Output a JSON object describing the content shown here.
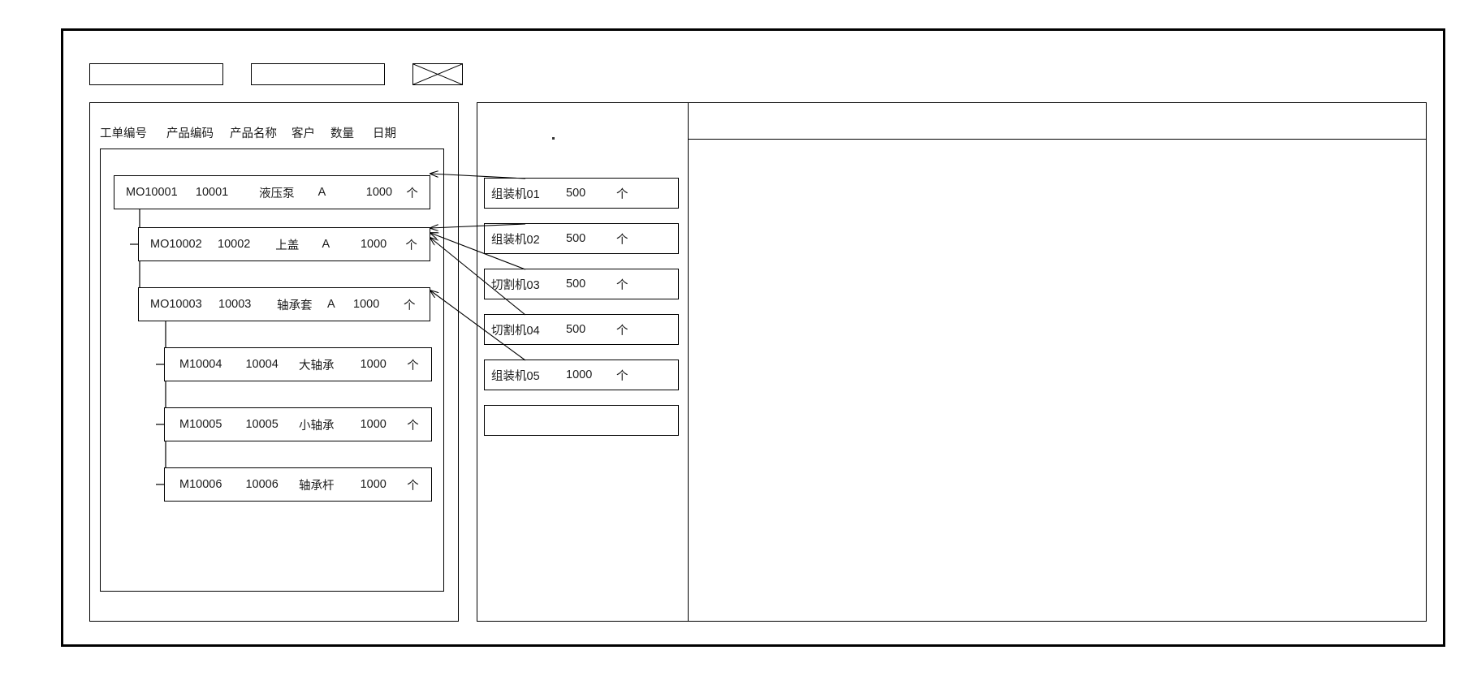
{
  "window": {
    "title": ""
  },
  "toolbar": {
    "field_1_value": "",
    "field_1_placeholder": "",
    "field_2_value": "",
    "field_2_placeholder": "",
    "icon": "x-box-icon"
  },
  "left_panel": {
    "columns": [
      "工单编号",
      "产品编码",
      "产品名称",
      "客户",
      "数量",
      "日期"
    ],
    "tree": [
      {
        "depth": 0,
        "work_order": "MO10001",
        "product_code": "10001",
        "product_name": "液压泵",
        "customer": "A",
        "quantity": "1000",
        "unit": "个"
      },
      {
        "depth": 1,
        "work_order": "MO10002",
        "product_code": "10002",
        "product_name": "上盖",
        "customer": "A",
        "quantity": "1000",
        "unit": "个"
      },
      {
        "depth": 1,
        "work_order": "MO10003",
        "product_code": "10003",
        "product_name": "轴承套",
        "customer": "A",
        "quantity": "1000",
        "unit": "个"
      },
      {
        "depth": 2,
        "work_order": "M10004",
        "product_code": "10004",
        "product_name": "大轴承",
        "customer": "",
        "quantity": "1000",
        "unit": "个"
      },
      {
        "depth": 2,
        "work_order": "M10005",
        "product_code": "10005",
        "product_name": "小轴承",
        "customer": "",
        "quantity": "1000",
        "unit": "个"
      },
      {
        "depth": 2,
        "work_order": "M10006",
        "product_code": "10006",
        "product_name": "轴承杆",
        "customer": "",
        "quantity": "1000",
        "unit": "个"
      }
    ]
  },
  "middle_panel": {
    "items": [
      {
        "machine": "组装机01",
        "quantity": "500",
        "unit": "个"
      },
      {
        "machine": "组装机02",
        "quantity": "500",
        "unit": "个"
      },
      {
        "machine": "切割机03",
        "quantity": "500",
        "unit": "个"
      },
      {
        "machine": "切割机04",
        "quantity": "500",
        "unit": "个"
      },
      {
        "machine": "组装机05",
        "quantity": "1000",
        "unit": "个"
      },
      {
        "machine": "",
        "quantity": "",
        "unit": ""
      }
    ]
  },
  "right_panel": {
    "header_text": "",
    "body_text": ""
  },
  "colors": {
    "line": "#000000",
    "background": "#ffffff",
    "text": "#1a1a1a"
  }
}
